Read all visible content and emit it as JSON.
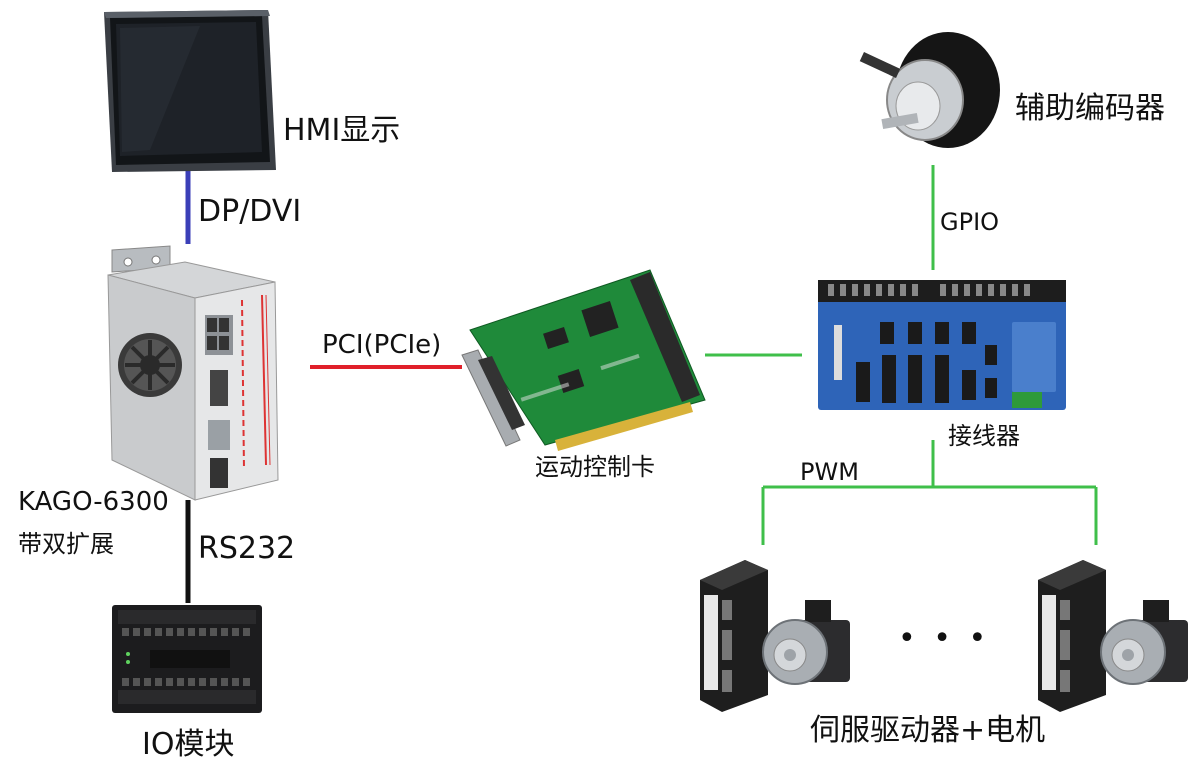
{
  "devices": {
    "hmi": "HMI显示",
    "ipc_model": "KAGO-6300",
    "ipc_desc": "带双扩展",
    "io_module": "IO模块",
    "motion_card": "运动控制卡",
    "terminal_board": "接线器",
    "encoder": "辅助编码器",
    "servo": "伺服驱动器+电机"
  },
  "links": {
    "hmi_ipc": "DP/DVI",
    "ipc_io": "RS232",
    "ipc_card": "PCI(PCIe)",
    "board_encoder": "GPIO",
    "board_servo": "PWM"
  },
  "ellipsis": "• • •",
  "colors": {
    "dp_line": "#3b3fb8",
    "rs232_line": "#111111",
    "pci_line": "#e0202a",
    "green_line": "#3fbf4a"
  }
}
